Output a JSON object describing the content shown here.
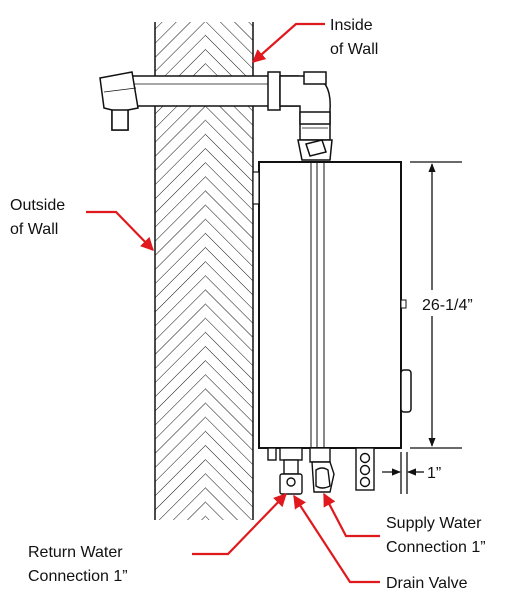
{
  "labels": {
    "inside_wall_line1": "Inside",
    "inside_wall_line2": "of Wall",
    "outside_wall_line1": "Outside",
    "outside_wall_line2": "of Wall",
    "height_dimension": "26-1/4”",
    "clearance_dimension": "1”",
    "supply_water_line1": "Supply Water",
    "supply_water_line2": "Connection 1”",
    "return_water_line1": "Return Water",
    "return_water_line2": "Connection 1”",
    "drain_valve": "Drain Valve"
  },
  "colors": {
    "callout": "#e0191e",
    "line": "#111111",
    "background": "#ffffff"
  }
}
